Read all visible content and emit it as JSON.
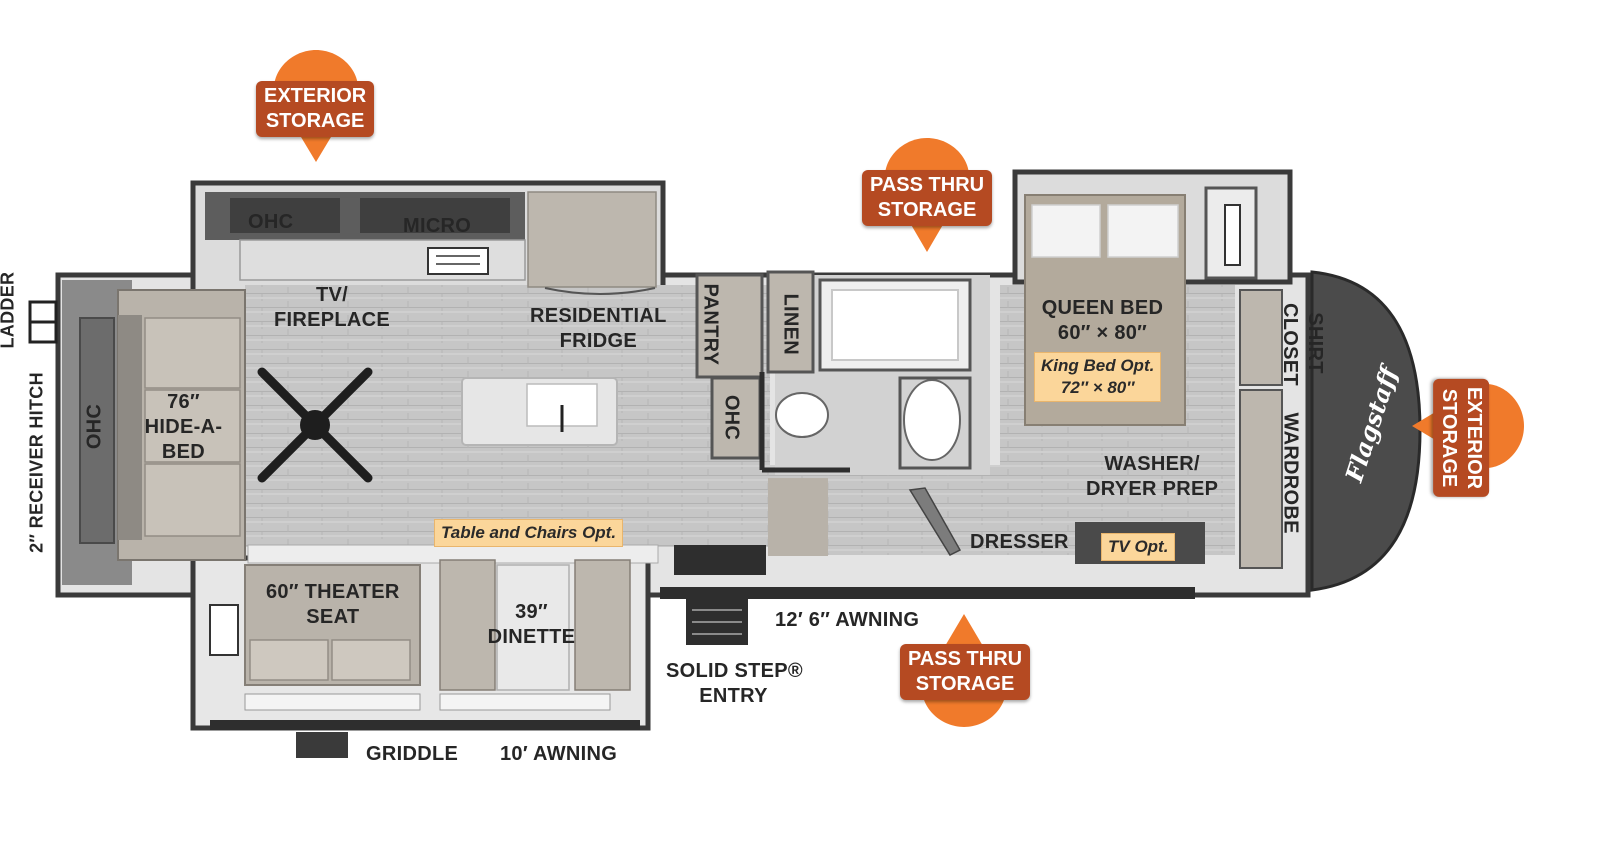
{
  "labels": {
    "ohc_kitchen": "OHC",
    "micro": "MICRO",
    "tv_fireplace": "TV/\nFIREPLACE",
    "residential_fridge": "RESIDENTIAL\nFRIDGE",
    "pantry": "PANTRY",
    "linen": "LINEN",
    "ohc_bath": "OHC",
    "ohc_rear": "OHC",
    "hide_a_bed": "76″\nHIDE-A-\nBED",
    "theater_seat": "60″ THEATER\nSEAT",
    "dinette": "39″\nDINETTE",
    "queen_bed": "QUEEN BED\n60″ × 80″",
    "washer_dryer": "WASHER/\nDRYER PREP",
    "dresser": "DRESSER",
    "shirt_closet": "SHIRT\nCLOSET",
    "wardrobe": "WARDROBE",
    "awning_main": "12′ 6″ AWNING",
    "solid_step": "SOLID STEP®\nENTRY",
    "griddle": "GRIDDLE",
    "awning_slide": "10′ AWNING",
    "ladder": "LADDER",
    "receiver_hitch": "2″ RECEIVER HITCH"
  },
  "options": {
    "table_chairs": "Table and Chairs Opt.",
    "king_bed": "King Bed Opt.\n72″ × 80″",
    "tv": "TV Opt."
  },
  "storage": {
    "exterior_top": "EXTERIOR\nSTORAGE",
    "pass_thru_top": "PASS THRU\nSTORAGE",
    "pass_thru_bottom": "PASS THRU\nSTORAGE",
    "exterior_front": "EXTERIOR\nSTORAGE"
  },
  "logo": "Flagstaff",
  "colors": {
    "badge": "#b54a22",
    "badge_marker": "#f07a2b",
    "note": "#fbd69a",
    "wall": "#3a3a3a",
    "floor": "#c9c9c9"
  }
}
